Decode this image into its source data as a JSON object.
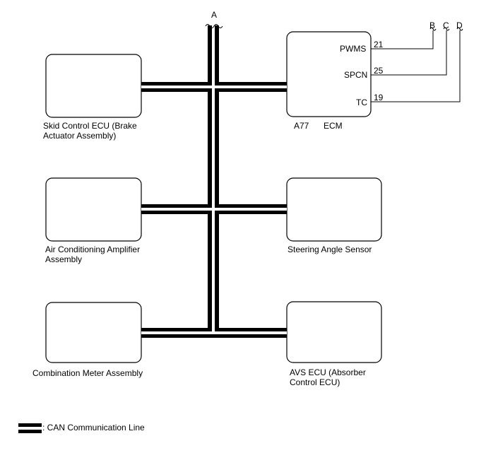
{
  "bus": {
    "top_label": "A",
    "legend_label": ": CAN Communication Line"
  },
  "ecm": {
    "connector": "A77",
    "name": "ECM",
    "pins": [
      {
        "signal": "PWMS",
        "pin": "21",
        "to": "B"
      },
      {
        "signal": "SPCN",
        "pin": "25",
        "to": "C"
      },
      {
        "signal": "TC",
        "pin": "19",
        "to": "D"
      }
    ]
  },
  "components": {
    "skid_control": "Skid Control ECU (Brake\nActuator Assembly)",
    "ac_amplifier": "Air Conditioning Amplifier\nAssembly",
    "combination_meter": "Combination Meter Assembly",
    "steering_sensor": "Steering Angle Sensor",
    "avs_ecu": "AVS ECU (Absorber\nControl ECU)"
  }
}
